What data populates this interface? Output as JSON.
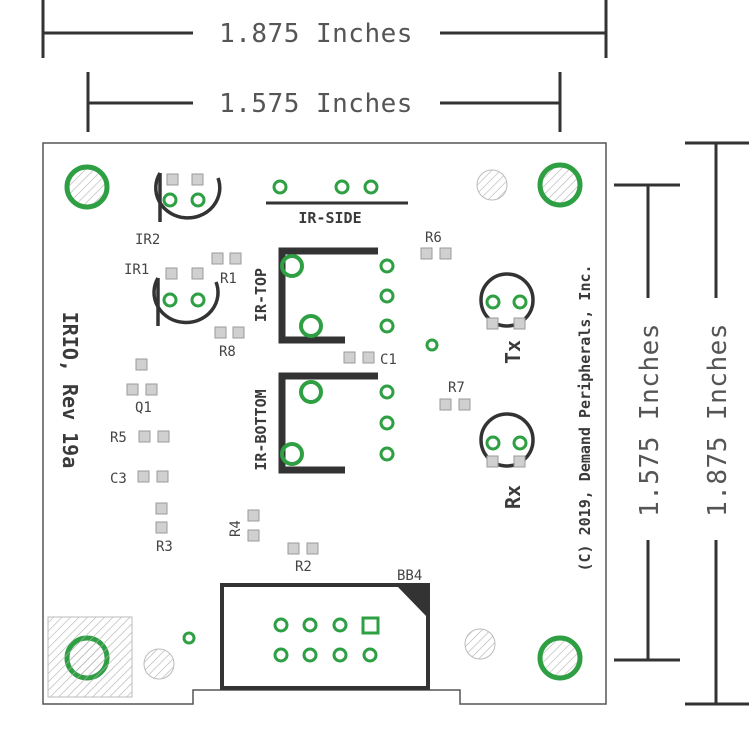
{
  "dimensions": {
    "outer_horizontal": "1.875 Inches",
    "inner_horizontal": "1.575 Inches",
    "inner_vertical": "1.575 Inches",
    "outer_vertical": "1.875 Inches"
  },
  "labels": {
    "ir2": "IR2",
    "ir1": "IR1",
    "r1": "R1",
    "r8": "R8",
    "r6": "R6",
    "c1": "C1",
    "r7": "R7",
    "q1": "Q1",
    "r5": "R5",
    "c3": "C3",
    "r3": "R3",
    "r4": "R4",
    "r2": "R2",
    "bb4": "BB4",
    "ir_side": "IR-SIDE",
    "ir_top": "IR-TOP",
    "ir_bottom": "IR-BOTTOM",
    "tx": "Tx",
    "rx": "Rx",
    "board_name": "IRIO, Rev 19a",
    "copyright": "(C) 2019, Demand Peripherals, Inc."
  },
  "colors": {
    "pad_green": "#2ea043",
    "silkscreen": "#333333",
    "smd_pad": "#bdbdbd",
    "hatch": "#aaaaaa",
    "dimension_line": "#333333"
  }
}
